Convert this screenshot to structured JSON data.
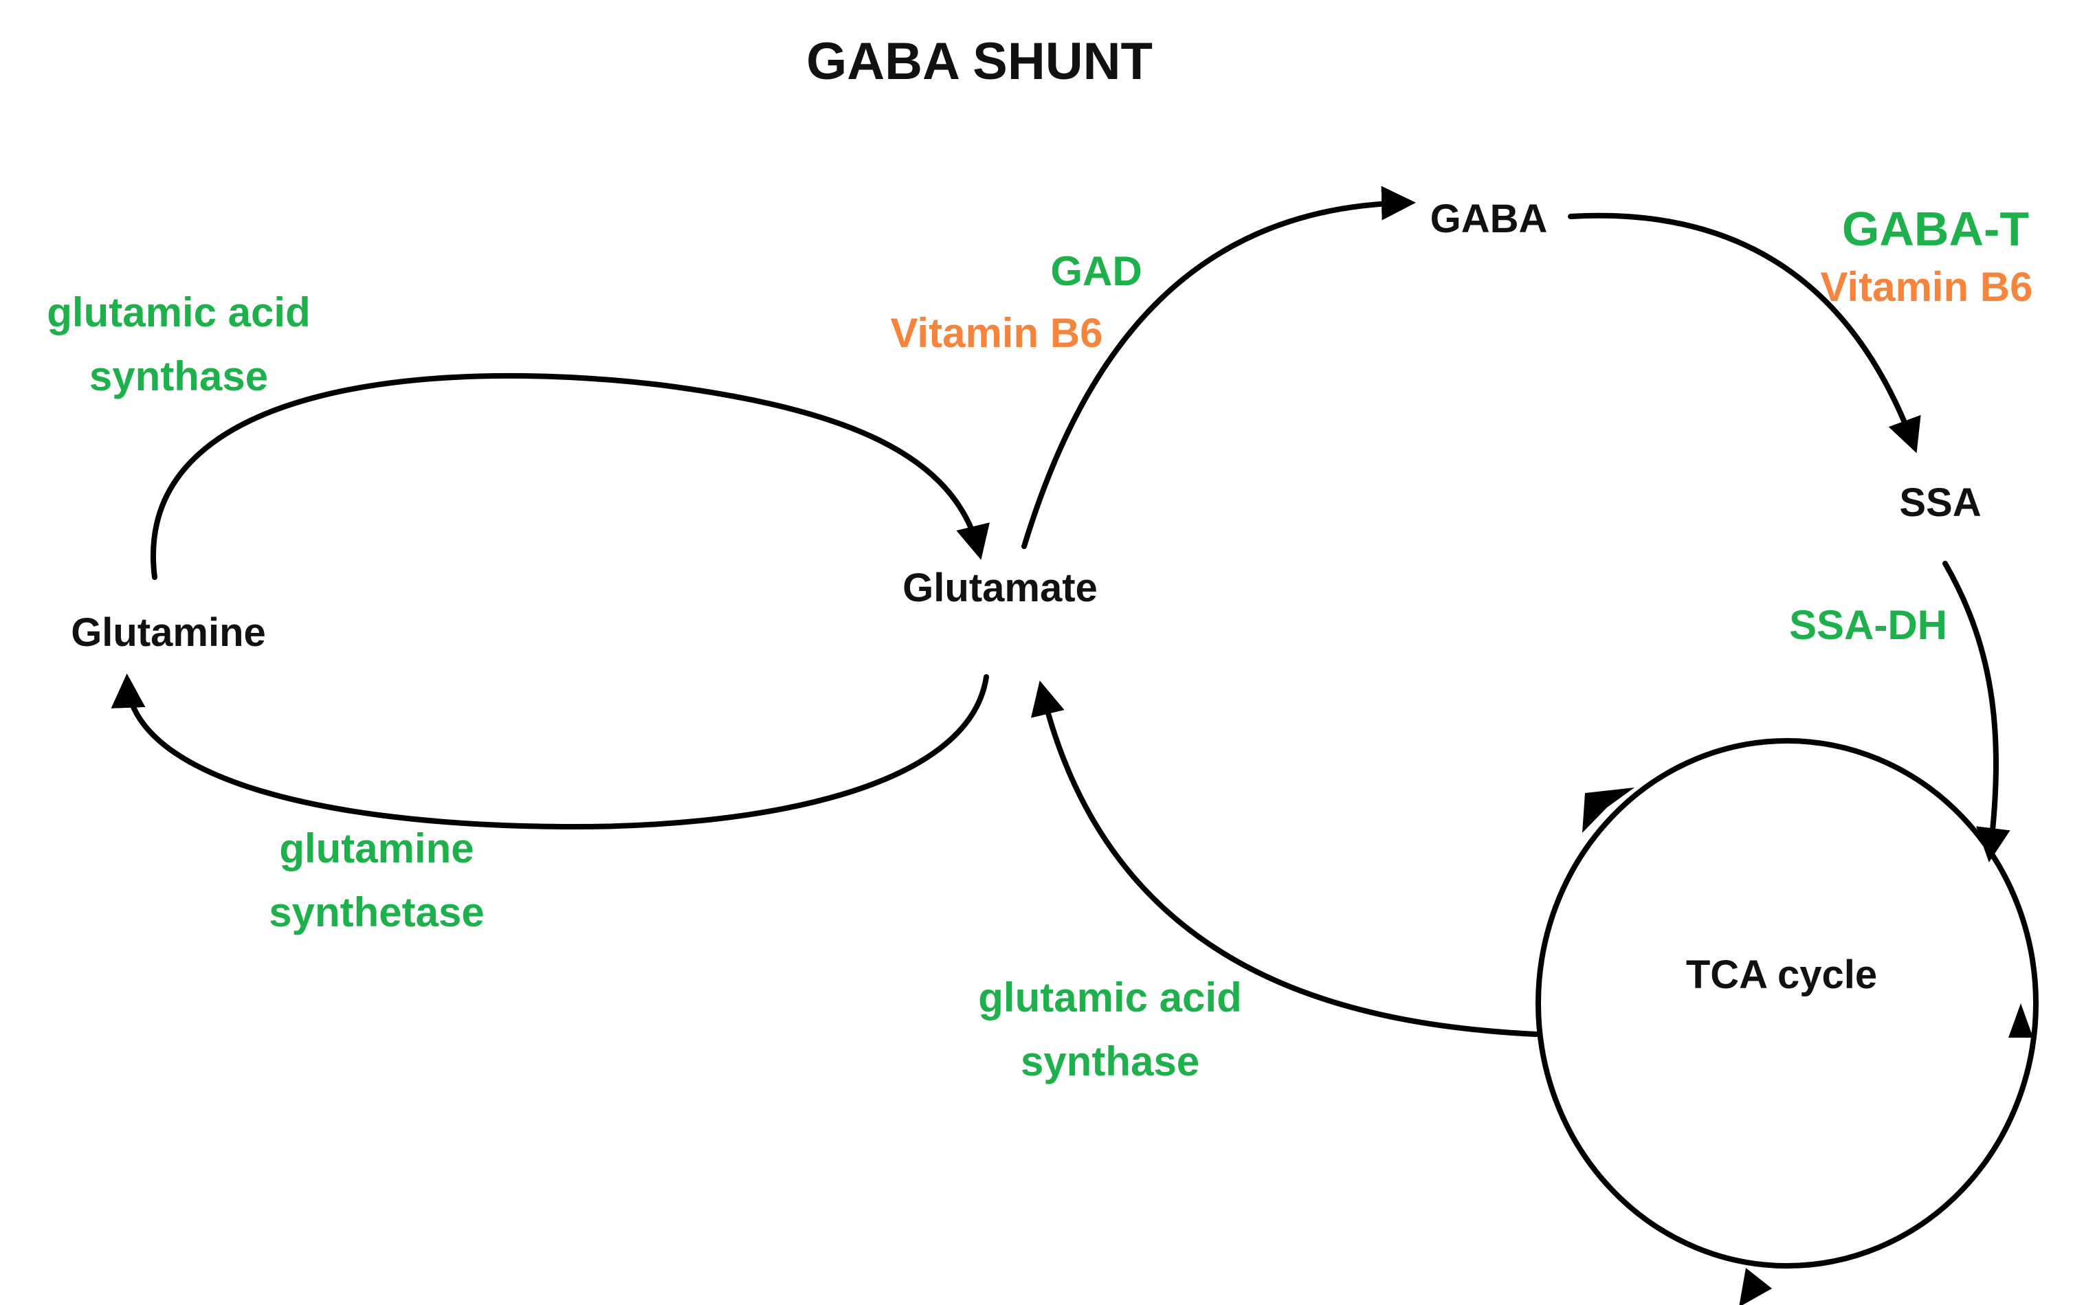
{
  "title": "GABA SHUNT",
  "colors": {
    "enzyme": "#1db04b",
    "cofactor": "#f5843c",
    "node": "#111111",
    "arrow": "#000000"
  },
  "nodes": {
    "glutamine": "Glutamine",
    "glutamate": "Glutamate",
    "gaba": "GABA",
    "ssa": "SSA",
    "tca": "TCA cycle"
  },
  "enzymes": {
    "glutamic_acid_synthase_top": {
      "line1": "glutamic acid",
      "line2": "synthase"
    },
    "glutamine_synthetase": {
      "line1": "glutamine",
      "line2": "synthetase"
    },
    "gad": {
      "name": "GAD",
      "cofactor": "Vitamin B6"
    },
    "gaba_t": {
      "name": "GABA-T",
      "cofactor": "Vitamin B6"
    },
    "ssa_dh": {
      "name": "SSA-DH"
    },
    "glutamic_acid_synthase_bottom": {
      "line1": "glutamic acid",
      "line2": "synthase"
    }
  }
}
